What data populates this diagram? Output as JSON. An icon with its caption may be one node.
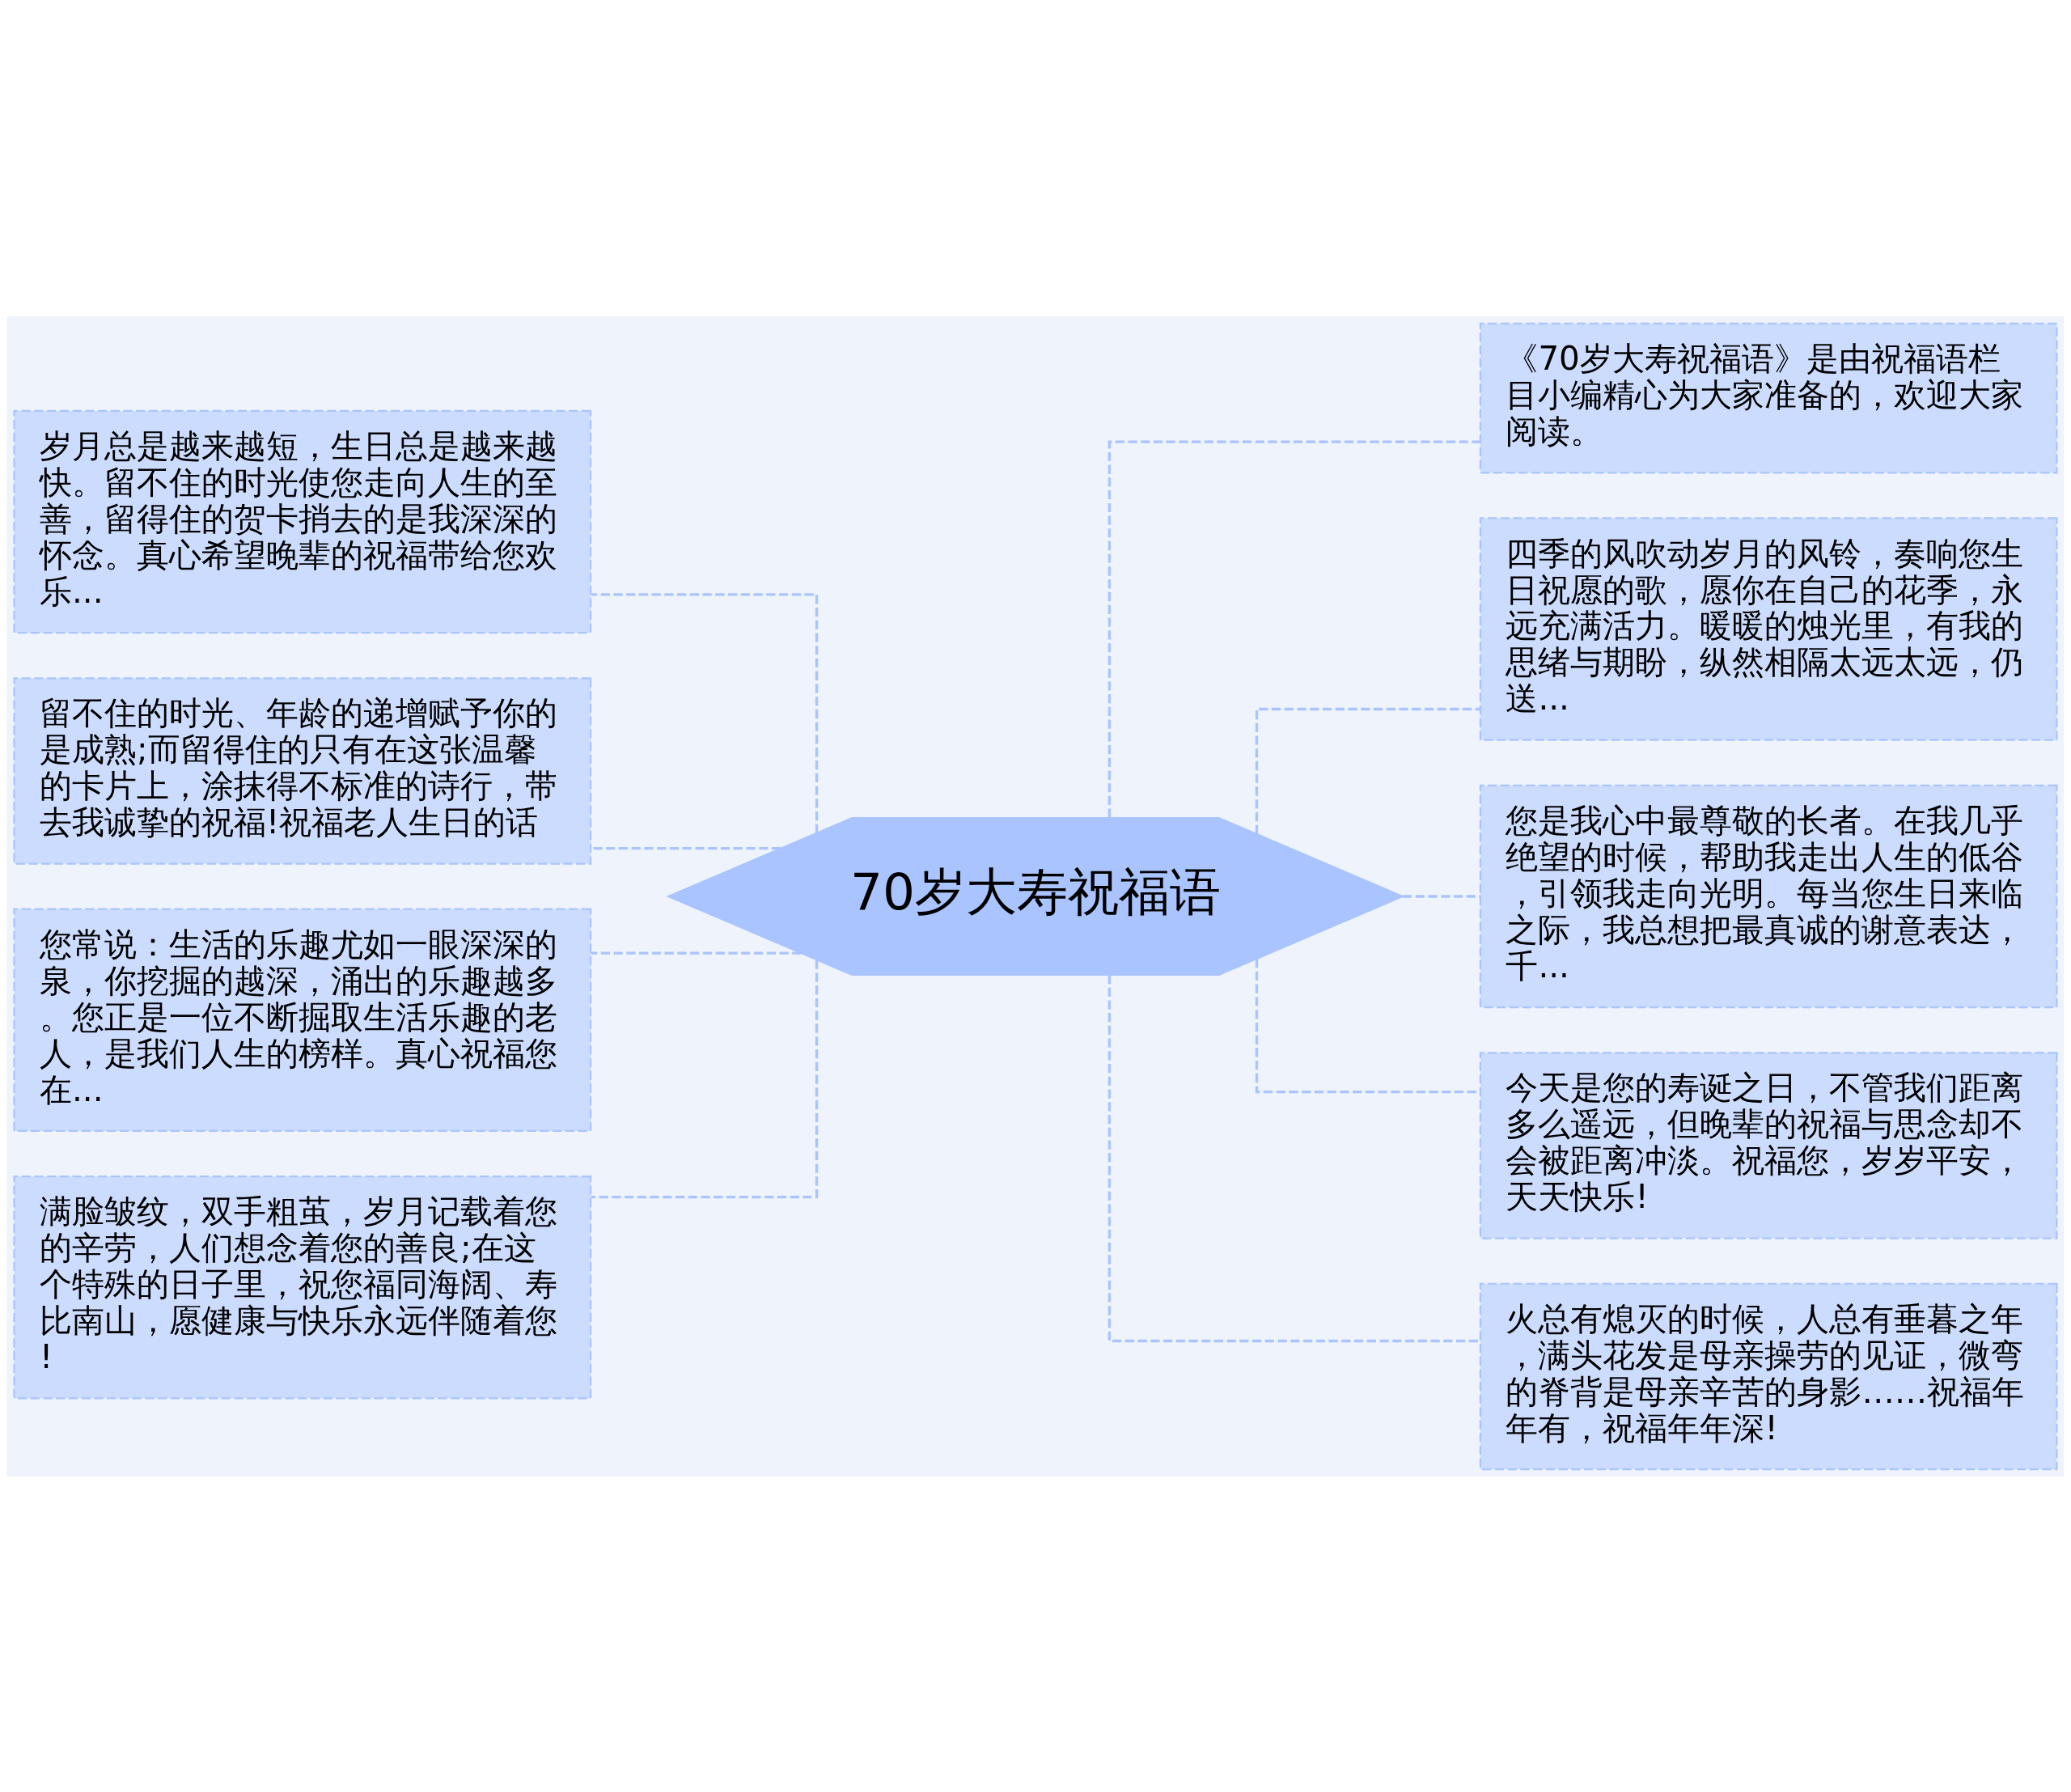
{
  "diagram": {
    "nodes": [
      {
        "text": [
          "70岁大寿祝福语"
        ]
      },
      {
        "text": [
          "岁月总是越来越短，生日总是越来越快。留不住的时光使您走向人生的至善，留得住的贺卡捎去的是我深深的怀念。真心希望晚辈的祝福带给您欢乐..."
        ]
      },
      {
        "text": [
          "留不住的时光、年龄的递增赋予你的是成熟;而留得住的只有在这张温馨的卡片上，涂抹得不标准的诗行，带去我诚挚的祝福!祝福老人生日的话"
        ]
      },
      {
        "text": [
          "您常说：生活的乐趣尤如一眼深深的泉，你挖掘的越深，涌出的乐趣越多。您正是一位不断掘取生活乐趣的老人，是我们人生的榜样。真心祝福您在..."
        ]
      },
      {
        "text": [
          "满脸皱纹，双手粗茧，岁月记载着您的辛劳，人们想念着您的善良;在这个特殊的日子里，祝您福同海阔、寿比南山，愿健康与快乐永远伴随着您!"
        ]
      },
      {
        "text": [
          "《70岁大寿祝福语》是由祝福语栏目小编精心为大家准备的，欢迎大家阅读。"
        ]
      },
      {
        "text": [
          "四季的风吹动岁月的风铃，奏响您生日祝愿的歌，愿你在自己的花季，永远充满活力。暖暖的烛光里，有我的思绪与期盼，纵然相隔太远太远，仍送..."
        ]
      },
      {
        "text": [
          "您是我心中最尊敬的长者。在我几乎绝望的时候，帮助我走出人生的低谷，引领我走向光明。每当您生日来临之际，我总想把最真诚的谢意表达，千..."
        ]
      },
      {
        "text": [
          "今天是您的寿诞之日，不管我们距离多么遥远，但晚辈的祝福与思念却不会被距离冲淡。祝福您，岁岁平安，天天快乐!"
        ]
      },
      {
        "text": [
          "火总有熄灭的时候，人总有垂暮之年，满头花发是母亲操劳的见证，微弯的脊背是母亲辛苦的身影……祝福年年有，祝福年年深!"
        ]
      }
    ],
    "edges": [
      {
        "from": 0,
        "to": 1,
        "arrow": "none",
        "style": "dashed"
      },
      {
        "from": 0,
        "to": 2,
        "arrow": "none",
        "style": "dashed"
      },
      {
        "from": 0,
        "to": 3,
        "arrow": "none",
        "style": "dashed"
      },
      {
        "from": 0,
        "to": 4,
        "arrow": "none",
        "style": "dashed"
      },
      {
        "from": 0,
        "to": 5,
        "arrow": "none",
        "style": "dashed"
      },
      {
        "from": 0,
        "to": 6,
        "arrow": "none",
        "style": "dashed"
      },
      {
        "from": 0,
        "to": 7,
        "arrow": "none",
        "style": "dashed"
      },
      {
        "from": 0,
        "to": 8,
        "arrow": "none",
        "style": "dashed"
      },
      {
        "from": 0,
        "to": 9,
        "arrow": "none",
        "style": "dashed"
      }
    ]
  }
}
